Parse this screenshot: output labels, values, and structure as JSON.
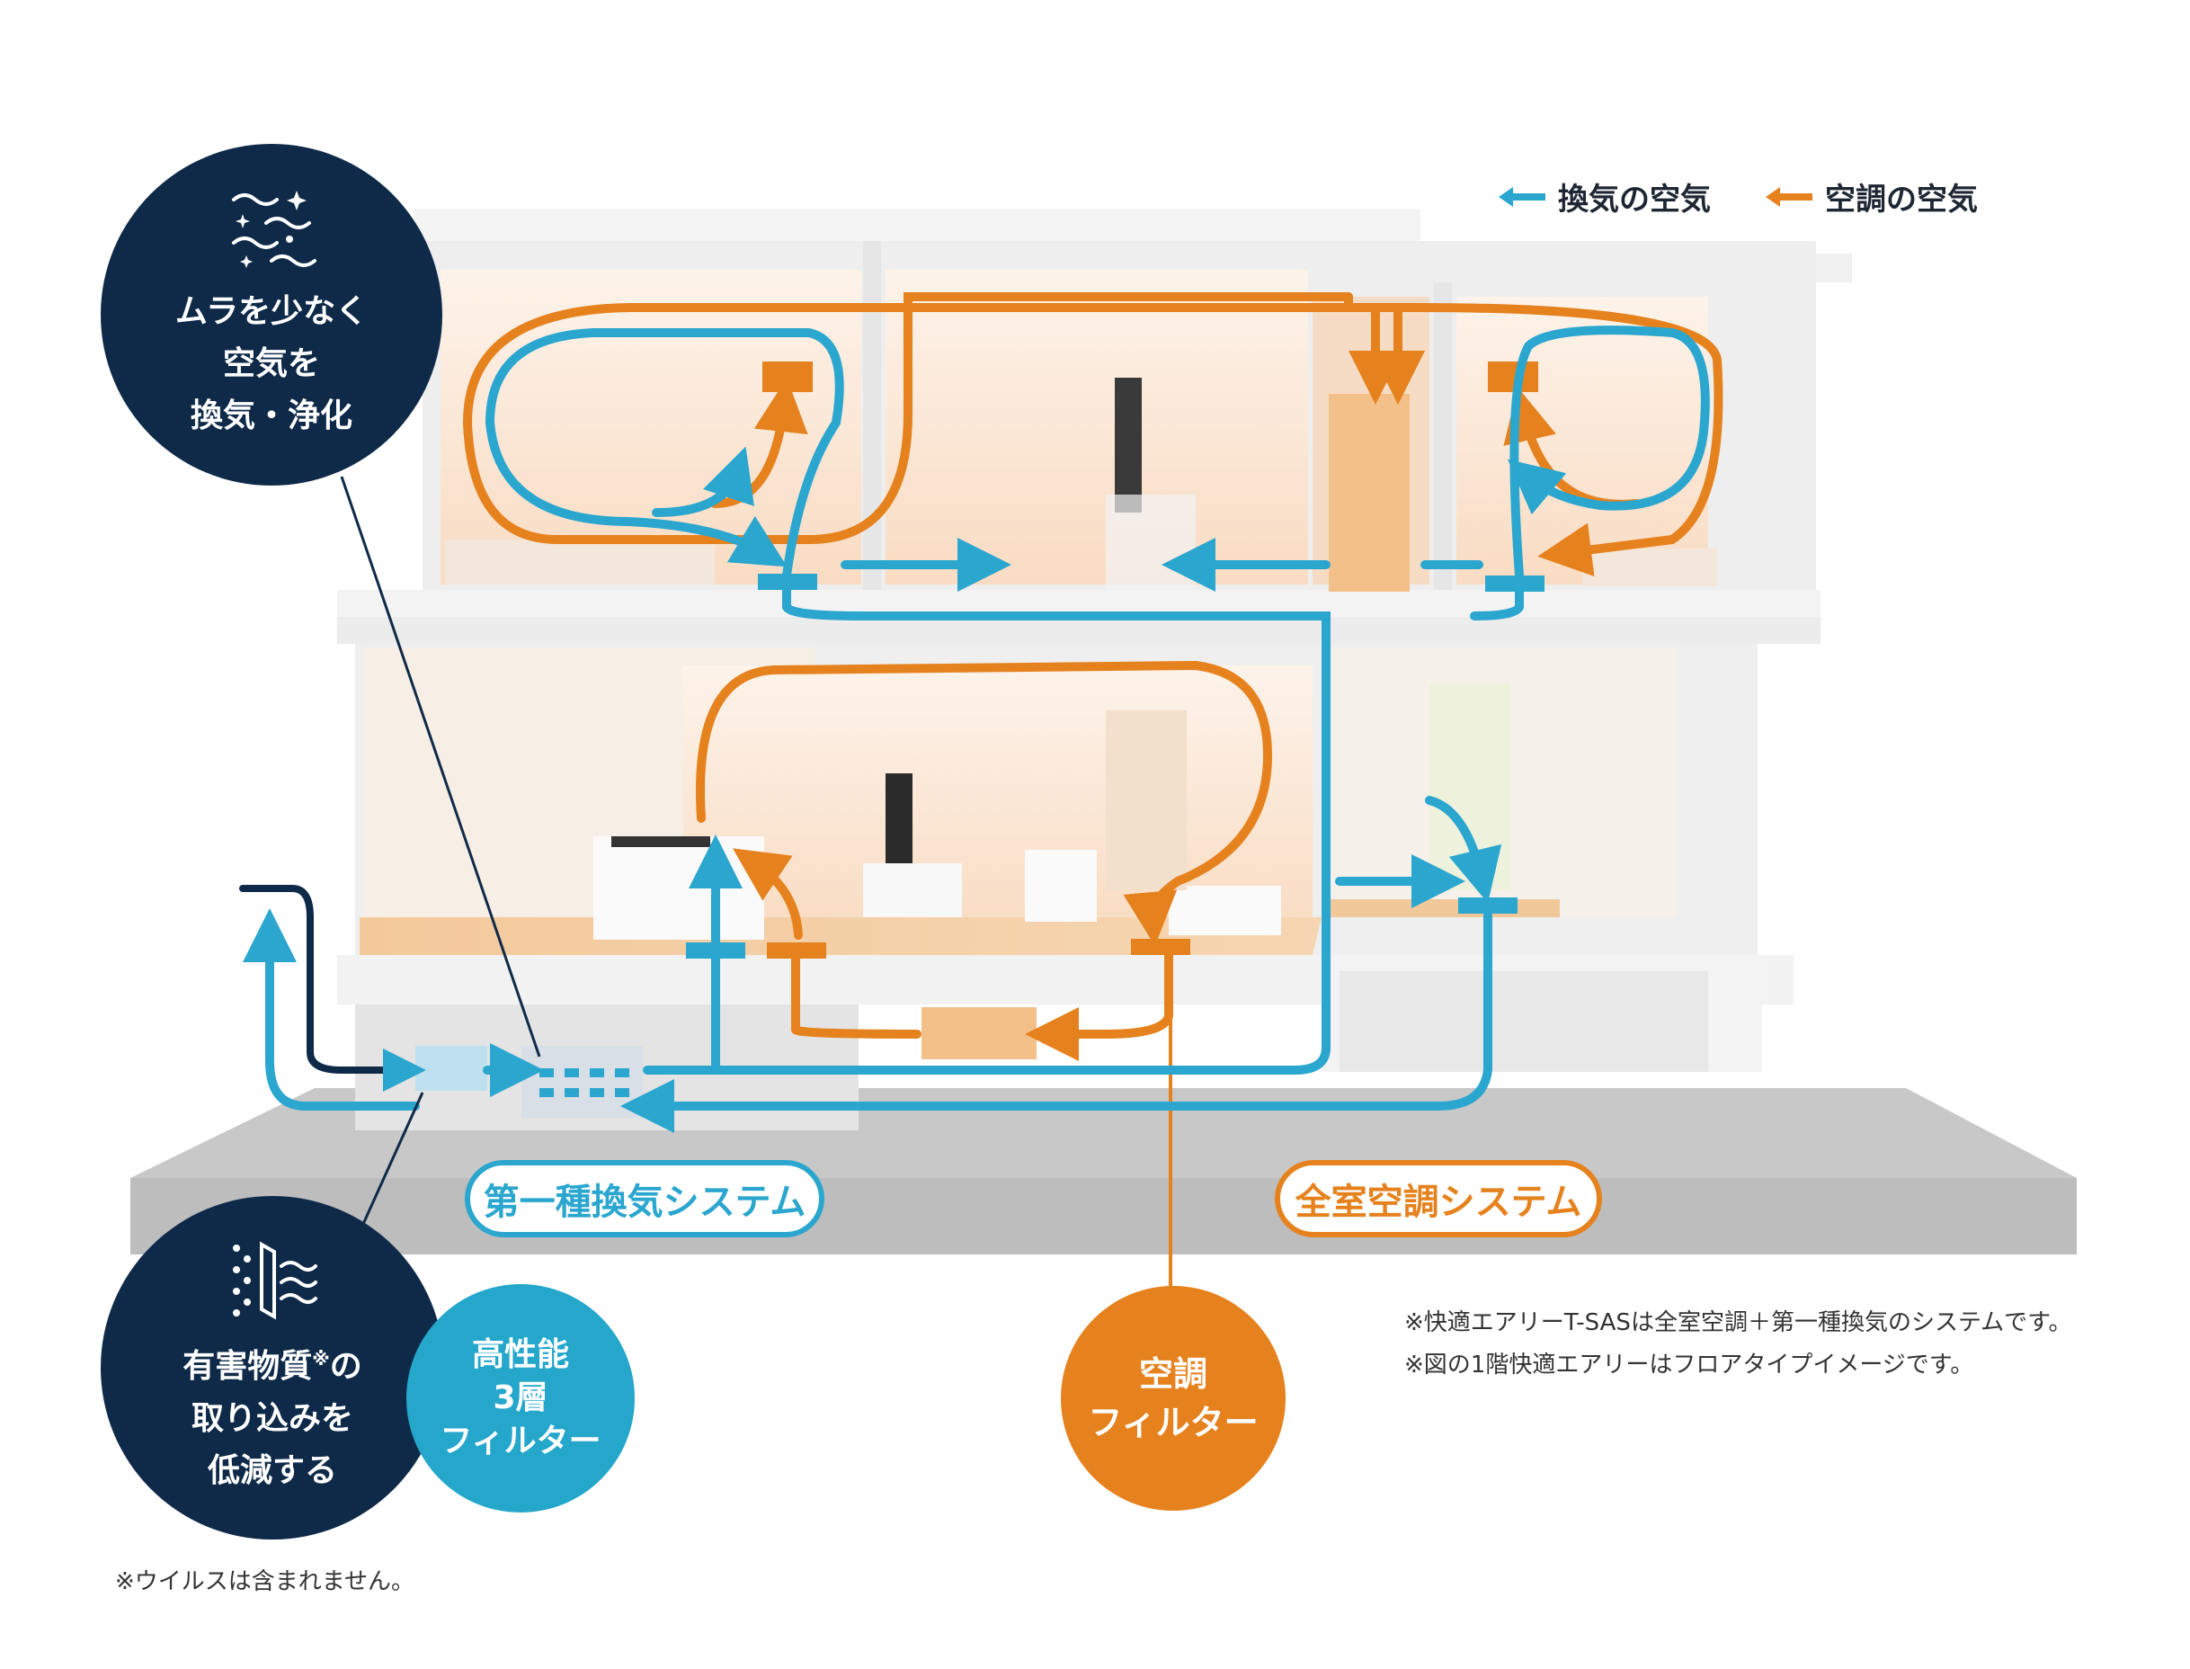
{
  "legend": {
    "ventilation": {
      "label": "換気の空気",
      "color": "#2aa6cf"
    },
    "aircon": {
      "label": "空調の空気",
      "color": "#e6821e"
    }
  },
  "callouts": {
    "air_quality": {
      "icon": "air-sparkle-icon",
      "text": "ムラを少なく\n空気を\n換気・浄化"
    },
    "harmful_substances": {
      "icon": "filter-flow-icon",
      "text_line1": "有害物質",
      "text_mark": "※",
      "text_line1_end": "の",
      "text_rest": "取り込みを\n低減する"
    },
    "filter_3layer": {
      "text": "高性能\n3層\nフィルター"
    },
    "aircon_filter": {
      "text": "空調\nフィルター"
    }
  },
  "systems": {
    "ventilation_system": "第一種換気システム",
    "whole_house_aircon": "全室空調システム"
  },
  "notes": {
    "note1": "※快適エアリーT-SASは全室空調＋第一種換気のシステムです。",
    "note2": "※図の1階快適エアリーはフロアタイプイメージです。",
    "note3": "※ウイルスは含まれません。"
  },
  "colors": {
    "navy": "#0f2a49",
    "blue": "#2aa6cf",
    "orange": "#e6821e",
    "ground": "#c9c9c9",
    "wall": "#f1f1f1",
    "room": "#fbe8d6"
  }
}
